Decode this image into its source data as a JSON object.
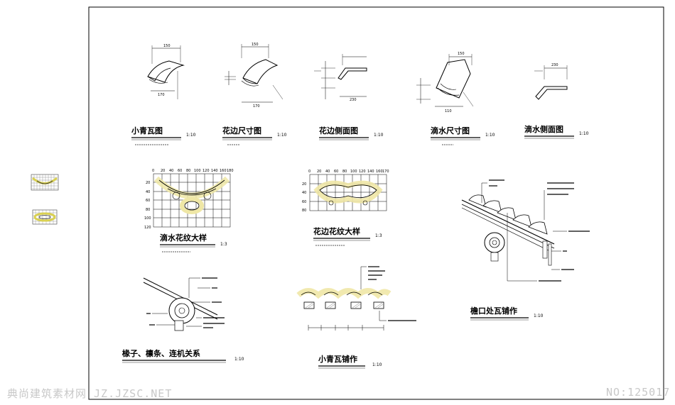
{
  "sheet": {
    "details": [
      {
        "title": "小青瓦图",
        "scale": "1:10"
      },
      {
        "title": "花边尺寸图",
        "scale": "1:10"
      },
      {
        "title": "花边侧面图",
        "scale": "1:10"
      },
      {
        "title": "滴水尺寸图",
        "scale": "1:10"
      },
      {
        "title": "滴水侧面图",
        "scale": "1:10"
      },
      {
        "title": "滴水花纹大样",
        "scale": "1:3"
      },
      {
        "title": "花边花纹大样",
        "scale": "1:3"
      },
      {
        "title": "檐口处瓦铺作",
        "scale": "1:10"
      },
      {
        "title": "椽子、檩条、连机关系",
        "scale": "1:10"
      },
      {
        "title": "小青瓦铺作",
        "scale": "1:10"
      }
    ],
    "dims": {
      "d150": "150",
      "d170": "170",
      "d230": "230",
      "d110": "110"
    },
    "grid_labels_x": [
      "0",
      "20",
      "40",
      "60",
      "80",
      "100",
      "120",
      "140",
      "160",
      "180"
    ],
    "grid_labels_x2": [
      "0",
      "20",
      "40",
      "60",
      "80",
      "100",
      "120",
      "140",
      "160",
      "170"
    ],
    "grid_labels_y": [
      "20",
      "40",
      "60",
      "80",
      "100",
      "120"
    ]
  },
  "watermark": {
    "left": "典尚建筑素材网 JZ.JZSC.NET",
    "right": "NO:125017"
  }
}
